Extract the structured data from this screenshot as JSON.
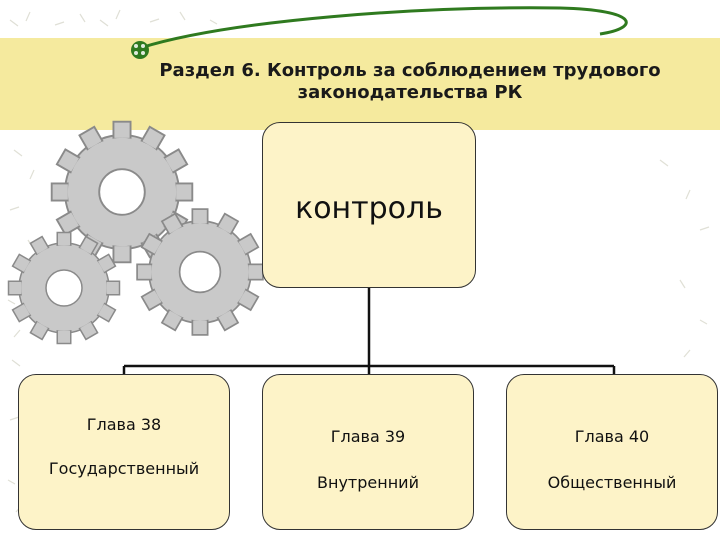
{
  "title": {
    "line1": "Раздел 6. Контроль за соблюдением трудового",
    "line2": "законодательства РК"
  },
  "root": {
    "label": "контроль"
  },
  "children": [
    {
      "chapter": "Глава 38",
      "name": "Государственный"
    },
    {
      "chapter": "Глава 39",
      "name": "Внутренний"
    },
    {
      "chapter": "Глава 40",
      "name": "Общественный"
    }
  ],
  "colors": {
    "title_band": "#f5ea9e",
    "box_fill": "#fdf3c8",
    "gear": "#c9c9c9",
    "accent_curve": "#2f7a1f"
  }
}
